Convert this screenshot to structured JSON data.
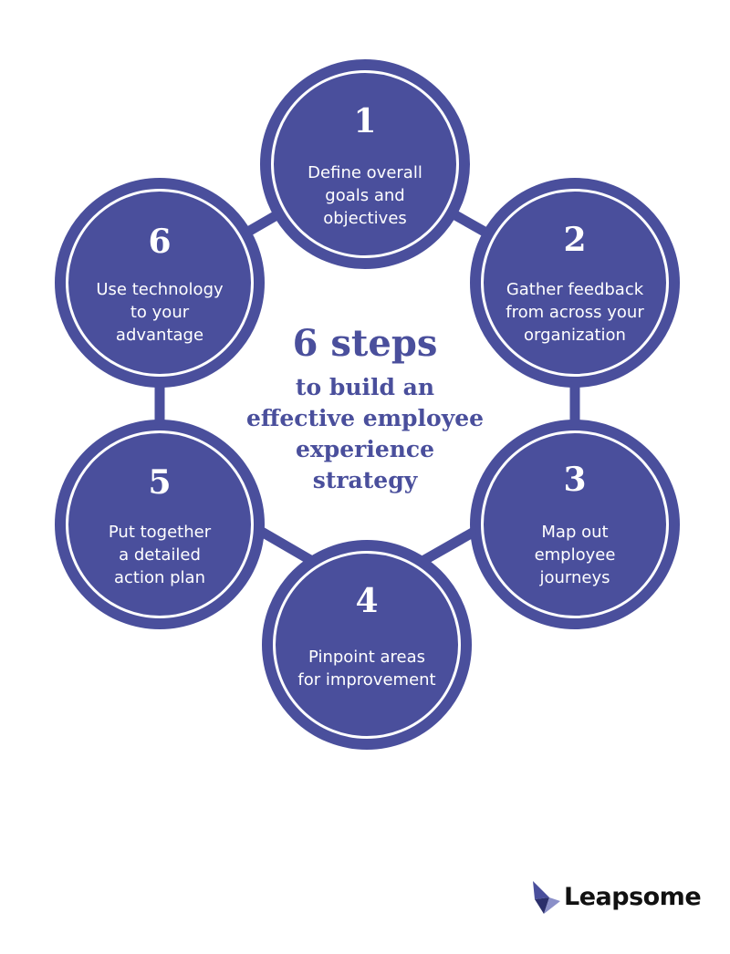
{
  "colors": {
    "primary": "#4a4f9c",
    "background": "#ffffff",
    "logo_text": "#111111"
  },
  "center": {
    "heading": "6 steps",
    "subtitle_lines": [
      "to build an",
      "effective employee",
      "experience",
      "strategy"
    ]
  },
  "steps": [
    {
      "number": "1",
      "lines": [
        "Define overall",
        "goals and",
        "objectives"
      ]
    },
    {
      "number": "2",
      "lines": [
        "Gather feedback",
        "from across your",
        "organization"
      ]
    },
    {
      "number": "3",
      "lines": [
        "Map out",
        "employee",
        "journeys"
      ]
    },
    {
      "number": "4",
      "lines": [
        "Pinpoint areas",
        "for improvement"
      ]
    },
    {
      "number": "5",
      "lines": [
        "Put together",
        "a detailed",
        "action plan"
      ]
    },
    {
      "number": "6",
      "lines": [
        "Use technology",
        "to your",
        "advantage"
      ]
    }
  ],
  "logo": {
    "icon": "leapsome-bird-icon",
    "text": "Leapsome"
  }
}
